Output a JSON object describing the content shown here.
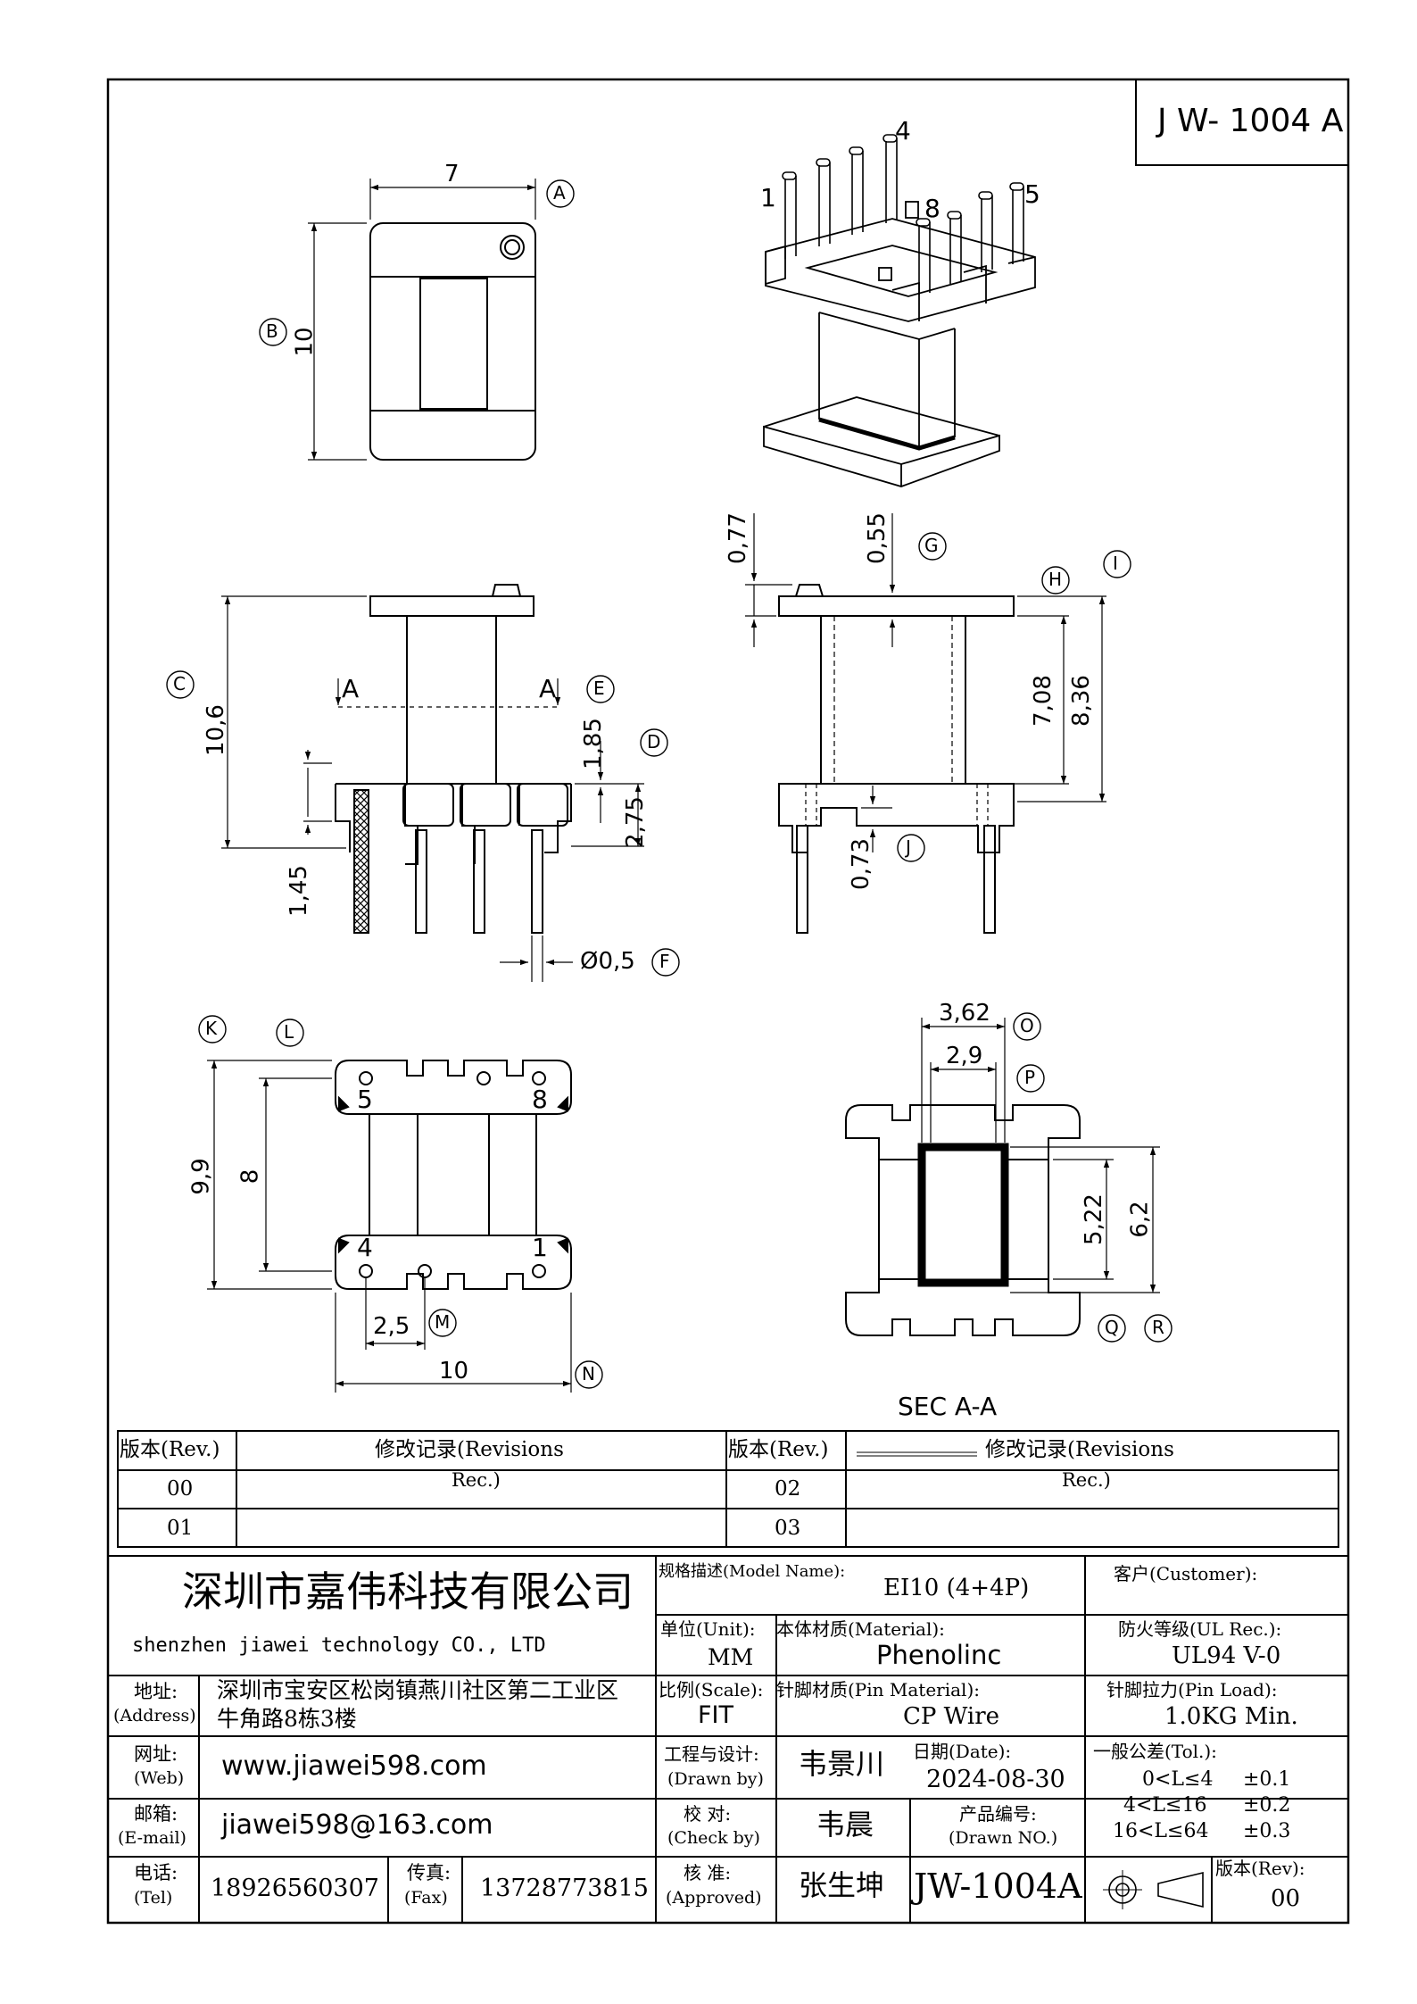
{
  "drawing_number": "J W- 1004 A",
  "dims": {
    "a": "7",
    "b": "10",
    "c": "10,6",
    "d": "1,85",
    "d2": "2,75",
    "e_left": "1,45",
    "f": "Ø0,5",
    "g1": "0,77",
    "g2": "0,55",
    "h": "7,08",
    "i": "8,36",
    "j": "0,73",
    "k": "9,9",
    "l": "8",
    "m": "2,5",
    "n": "10",
    "o1": "3,62",
    "o2": "2,9",
    "q": "5,22",
    "r": "6,2"
  },
  "balloons": [
    "A",
    "B",
    "C",
    "D",
    "E",
    "F",
    "G",
    "H",
    "I",
    "J",
    "K",
    "L",
    "M",
    "N",
    "O",
    "P",
    "Q",
    "R"
  ],
  "section_marks": [
    "A",
    "A"
  ],
  "pin_numbers_iso": [
    "1",
    "4",
    "8",
    "5"
  ],
  "pin_numbers_bottom": [
    "5",
    "8",
    "4",
    "1"
  ],
  "section_title": "SEC A-A",
  "revisions": {
    "col_rev": "版本(Rev.)",
    "col_rec": "修改记录(Revisions",
    "col_rec2": "Rec.)",
    "rows_left": [
      "00",
      "01"
    ],
    "rows_right": [
      "02",
      "03"
    ]
  },
  "title_block": {
    "company_cn": "深圳市嘉伟科技有限公司",
    "company_en": "shenzhen  jiawei  technology  CO., LTD",
    "address_label": "地址:",
    "address_label_en": "(Address)",
    "address_line1": "深圳市宝安区松岗镇燕川社区第二工业区",
    "address_line2": "牛角路8栋3楼",
    "web_label": "网址:",
    "web_label_en": "(Web)",
    "web": "www.jiawei598.com",
    "email_label": "邮箱:",
    "email_label_en": "(E-mail)",
    "email": "jiawei598@163.com",
    "tel_label": "电话:",
    "tel_label_en": "(Tel)",
    "tel": "18926560307",
    "fax_label": "传真:",
    "fax_label_en": "(Fax)",
    "fax": "13728773815",
    "model_label": "规格描述(Model Name):",
    "model": "EI10 (4+4P)",
    "customer_label": "客户(Customer):",
    "unit_label": "单位(Unit):",
    "unit": "MM",
    "material_label": "本体材质(Material):",
    "material": "Phenolinc",
    "ul_label": "防火等级(UL Rec.):",
    "ul": "UL94 V-0",
    "scale_label": "比例(Scale):",
    "scale": "FIT",
    "pin_material_label": "针脚材质(Pin Material):",
    "pin_material": "CP Wire",
    "pin_load_label": "针脚拉力(Pin Load):",
    "pin_load": "1.0KG Min.",
    "drawn_label": "工程与设计:",
    "drawn_label_en": "(Drawn by)",
    "drawn_by": "韦景川",
    "date_label": "日期(Date):",
    "date": "2024-08-30",
    "tol_label": "一般公差(Tol.):",
    "tol_rows": [
      {
        "range": "0<L≤4",
        "tol": "±0.1"
      },
      {
        "range": "4<L≤16",
        "tol": "±0.2"
      },
      {
        "range": "16<L≤64",
        "tol": "±0.3"
      }
    ],
    "check_label": "校  对:",
    "check_label_en": "(Check by)",
    "check_by": "韦晨",
    "product_no_label": "产品编号:",
    "product_no_label_en": "(Drawn NO.)",
    "approved_label": "核  准:",
    "approved_label_en": "(Approved)",
    "approved_by": "张生坤",
    "drawing_no": "JW-1004A",
    "rev_label": "版本(Rev):",
    "rev": "00"
  }
}
